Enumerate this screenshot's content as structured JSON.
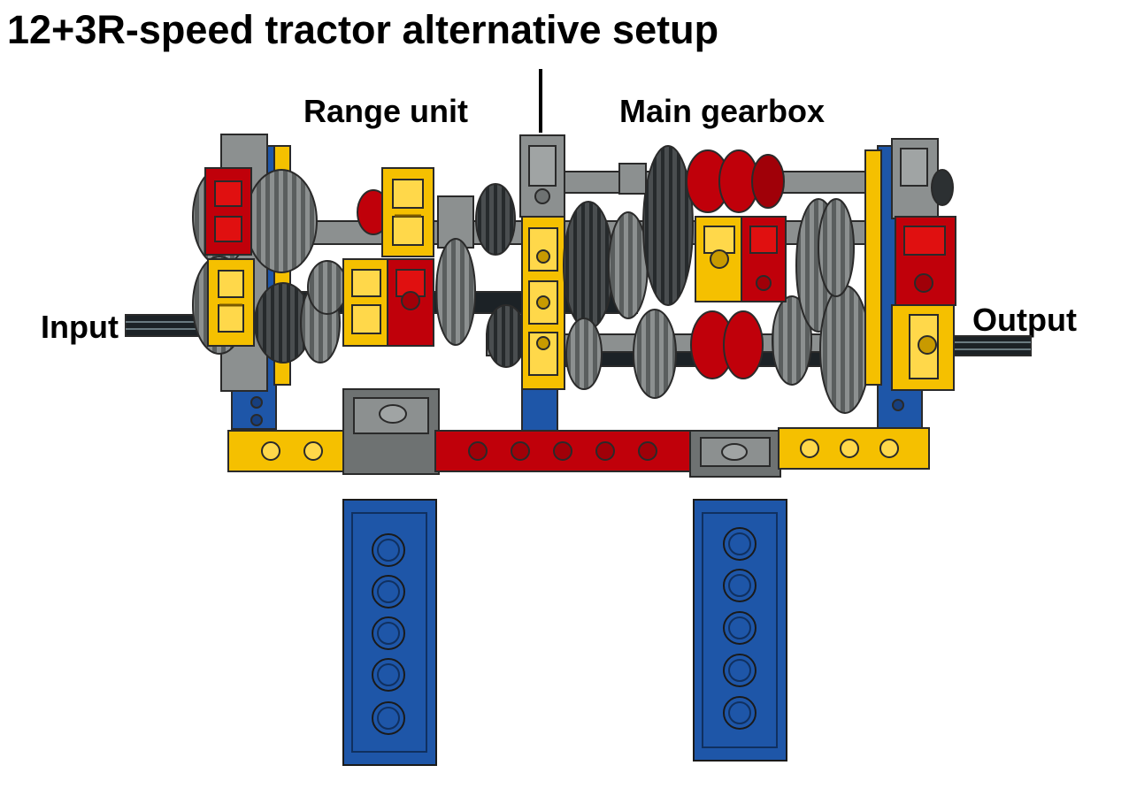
{
  "title": "12+3R-speed tractor alternative setup",
  "labels": {
    "range_unit": "Range unit",
    "main_gearbox": "Main gearbox",
    "input": "Input",
    "output": "Output"
  },
  "colors": {
    "yellow": "#f5c000",
    "red": "#c0000a",
    "blue": "#1e56a8",
    "light_gray": "#8c9090",
    "dark_gray": "#5a5e5e",
    "axle_black": "#1c2226",
    "outline": "#2a2a2a"
  },
  "parts": [
    "gear-cluster",
    "driving-ring",
    "liftarm",
    "axle",
    "technic-beam",
    "technic-brick"
  ]
}
